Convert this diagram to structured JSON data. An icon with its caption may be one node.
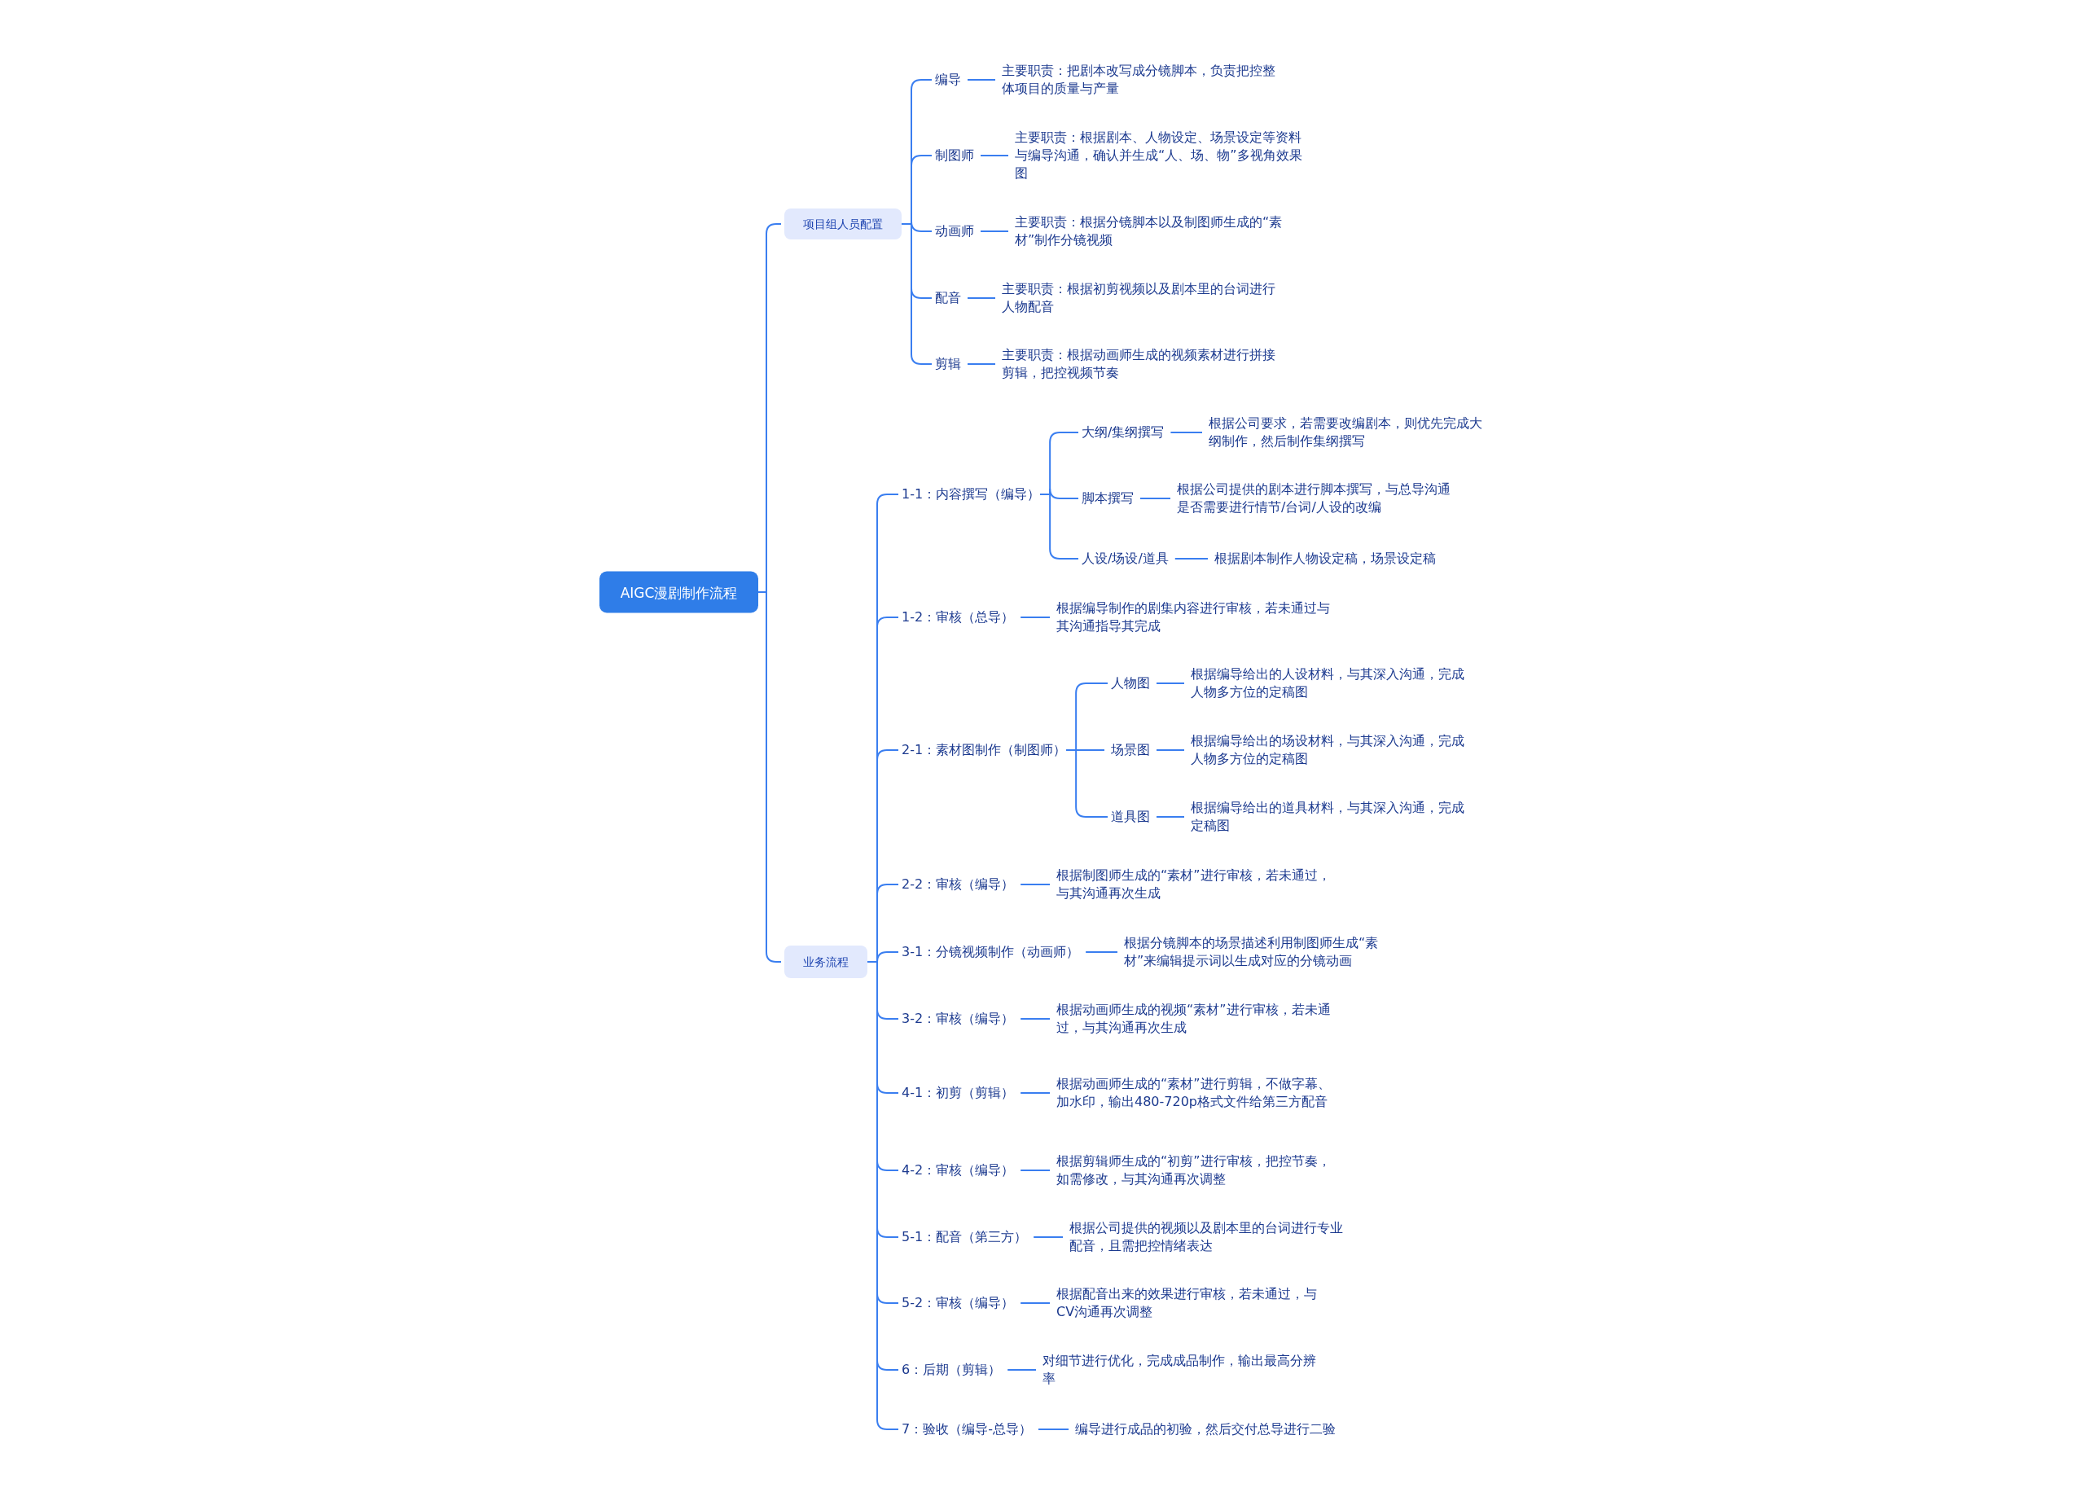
{
  "diagram": {
    "nodes": [
      {
        "text": [
          "AIGC漫剧制作流程"
        ]
      },
      {
        "text": [
          "项目组人员配置"
        ]
      },
      {
        "text": [
          "编导"
        ]
      },
      {
        "text": [
          "主要职责：把剧本改写成分镜脚本，负责把控整体项目的质量与产量"
        ]
      },
      {
        "text": [
          "制图师"
        ]
      },
      {
        "text": [
          "主要职责：根据剧本、人物设定、场景设定等资料与编导沟通，确认并生成“人、场、物”多视角效果图"
        ]
      },
      {
        "text": [
          "动画师"
        ]
      },
      {
        "text": [
          "主要职责：根据分镜脚本以及制图师生成的“素材”制作分镜视频"
        ]
      },
      {
        "text": [
          "配音"
        ]
      },
      {
        "text": [
          "主要职责：根据初剪视频以及剧本里的台词进行人物配音"
        ]
      },
      {
        "text": [
          "剪辑"
        ]
      },
      {
        "text": [
          "主要职责：根据动画师生成的视频素材进行拼接剪辑，把控视频节奏"
        ]
      },
      {
        "text": [
          "业务流程"
        ]
      },
      {
        "text": [
          "1-1：内容撰写（编导）"
        ]
      },
      {
        "text": [
          "大纲/集纲撰写"
        ]
      },
      {
        "text": [
          "根据公司要求，若需要改编剧本，则优先完成大纲制作，然后制作集纲撰写"
        ]
      },
      {
        "text": [
          "脚本撰写"
        ]
      },
      {
        "text": [
          "根据公司提供的剧本进行脚本撰写，与总导沟通是否需要进行情节/台词/人设的改编"
        ]
      },
      {
        "text": [
          "人设/场设/道具"
        ]
      },
      {
        "text": [
          "根据剧本制作人物设定稿，场景设定稿"
        ]
      },
      {
        "text": [
          "1-2：审核（总导）"
        ]
      },
      {
        "text": [
          "根据编导制作的剧集内容进行审核，若未通过与其沟通指导其完成"
        ]
      },
      {
        "text": [
          "2-1：素材图制作（制图师）"
        ]
      },
      {
        "text": [
          "人物图"
        ]
      },
      {
        "text": [
          "根据编导给出的人设材料，与其深入沟通，完成人物多方位的定稿图"
        ]
      },
      {
        "text": [
          "场景图"
        ]
      },
      {
        "text": [
          "根据编导给出的场设材料，与其深入沟通，完成人物多方位的定稿图"
        ]
      },
      {
        "text": [
          "道具图"
        ]
      },
      {
        "text": [
          "根据编导给出的道具材料，与其深入沟通，完成定稿图"
        ]
      },
      {
        "text": [
          "2-2：审核（编导）"
        ]
      },
      {
        "text": [
          "根据制图师生成的“素材”进行审核，若未通过，与其沟通再次生成"
        ]
      },
      {
        "text": [
          "3-1：分镜视频制作（动画师）"
        ]
      },
      {
        "text": [
          "根据分镜脚本的场景描述利用制图师生成“素材”来编辑提示词以生成对应的分镜动画"
        ]
      },
      {
        "text": [
          "3-2：审核（编导）"
        ]
      },
      {
        "text": [
          "根据动画师生成的视频“素材”进行审核，若未通过，与其沟通再次生成"
        ]
      },
      {
        "text": [
          "4-1：初剪（剪辑）"
        ]
      },
      {
        "text": [
          "根据动画师生成的“素材”进行剪辑，不做字幕、加水印，输出480-720p格式文件给第三方配音"
        ]
      },
      {
        "text": [
          "4-2：审核（编导）"
        ]
      },
      {
        "text": [
          "根据剪辑师生成的“初剪”进行审核，把控节奏，如需修改，与其沟通再次调整"
        ]
      },
      {
        "text": [
          "5-1：配音（第三方）"
        ]
      },
      {
        "text": [
          "根据公司提供的视频以及剧本里的台词进行专业配音，且需把控情绪表达"
        ]
      },
      {
        "text": [
          "5-2：审核（编导）"
        ]
      },
      {
        "text": [
          "根据配音出来的效果进行审核，若未通过，与CV沟通再次调整"
        ]
      },
      {
        "text": [
          "6：后期（剪辑）"
        ]
      },
      {
        "text": [
          "对细节进行优化，完成成品制作，输出最高分辨率"
        ]
      },
      {
        "text": [
          "7：验收（编导-总导）"
        ]
      },
      {
        "text": [
          "编导进行成品的初验，然后交付总导进行二验"
        ]
      }
    ],
    "edges": [
      {
        "from": 0,
        "to": 1,
        "arrow": "none"
      },
      {
        "from": 0,
        "to": 12,
        "arrow": "none"
      },
      {
        "from": 1,
        "to": 2,
        "arrow": "none"
      },
      {
        "from": 2,
        "to": 3,
        "arrow": "none"
      },
      {
        "from": 1,
        "to": 4,
        "arrow": "none"
      },
      {
        "from": 4,
        "to": 5,
        "arrow": "none"
      },
      {
        "from": 1,
        "to": 6,
        "arrow": "none"
      },
      {
        "from": 6,
        "to": 7,
        "arrow": "none"
      },
      {
        "from": 1,
        "to": 8,
        "arrow": "none"
      },
      {
        "from": 8,
        "to": 9,
        "arrow": "none"
      },
      {
        "from": 1,
        "to": 10,
        "arrow": "none"
      },
      {
        "from": 10,
        "to": 11,
        "arrow": "none"
      },
      {
        "from": 12,
        "to": 13,
        "arrow": "none"
      },
      {
        "from": 13,
        "to": 14,
        "arrow": "none"
      },
      {
        "from": 14,
        "to": 15,
        "arrow": "none"
      },
      {
        "from": 13,
        "to": 16,
        "arrow": "none"
      },
      {
        "from": 16,
        "to": 17,
        "arrow": "none"
      },
      {
        "from": 13,
        "to": 18,
        "arrow": "none"
      },
      {
        "from": 18,
        "to": 19,
        "arrow": "none"
      },
      {
        "from": 12,
        "to": 20,
        "arrow": "none"
      },
      {
        "from": 20,
        "to": 21,
        "arrow": "none"
      },
      {
        "from": 12,
        "to": 22,
        "arrow": "none"
      },
      {
        "from": 22,
        "to": 23,
        "arrow": "none"
      },
      {
        "from": 23,
        "to": 24,
        "arrow": "none"
      },
      {
        "from": 22,
        "to": 25,
        "arrow": "none"
      },
      {
        "from": 25,
        "to": 26,
        "arrow": "none"
      },
      {
        "from": 22,
        "to": 27,
        "arrow": "none"
      },
      {
        "from": 27,
        "to": 28,
        "arrow": "none"
      },
      {
        "from": 12,
        "to": 29,
        "arrow": "none"
      },
      {
        "from": 29,
        "to": 30,
        "arrow": "none"
      },
      {
        "from": 12,
        "to": 31,
        "arrow": "none"
      },
      {
        "from": 31,
        "to": 32,
        "arrow": "none"
      },
      {
        "from": 12,
        "to": 33,
        "arrow": "none"
      },
      {
        "from": 33,
        "to": 34,
        "arrow": "none"
      },
      {
        "from": 12,
        "to": 35,
        "arrow": "none"
      },
      {
        "from": 35,
        "to": 36,
        "arrow": "none"
      },
      {
        "from": 12,
        "to": 37,
        "arrow": "none"
      },
      {
        "from": 37,
        "to": 38,
        "arrow": "none"
      },
      {
        "from": 12,
        "to": 39,
        "arrow": "none"
      },
      {
        "from": 39,
        "to": 40,
        "arrow": "none"
      },
      {
        "from": 12,
        "to": 41,
        "arrow": "none"
      },
      {
        "from": 41,
        "to": 42,
        "arrow": "none"
      },
      {
        "from": 12,
        "to": 43,
        "arrow": "none"
      },
      {
        "from": 43,
        "to": 44,
        "arrow": "none"
      },
      {
        "from": 12,
        "to": 45,
        "arrow": "none"
      },
      {
        "from": 45,
        "to": 46,
        "arrow": "none"
      }
    ]
  }
}
